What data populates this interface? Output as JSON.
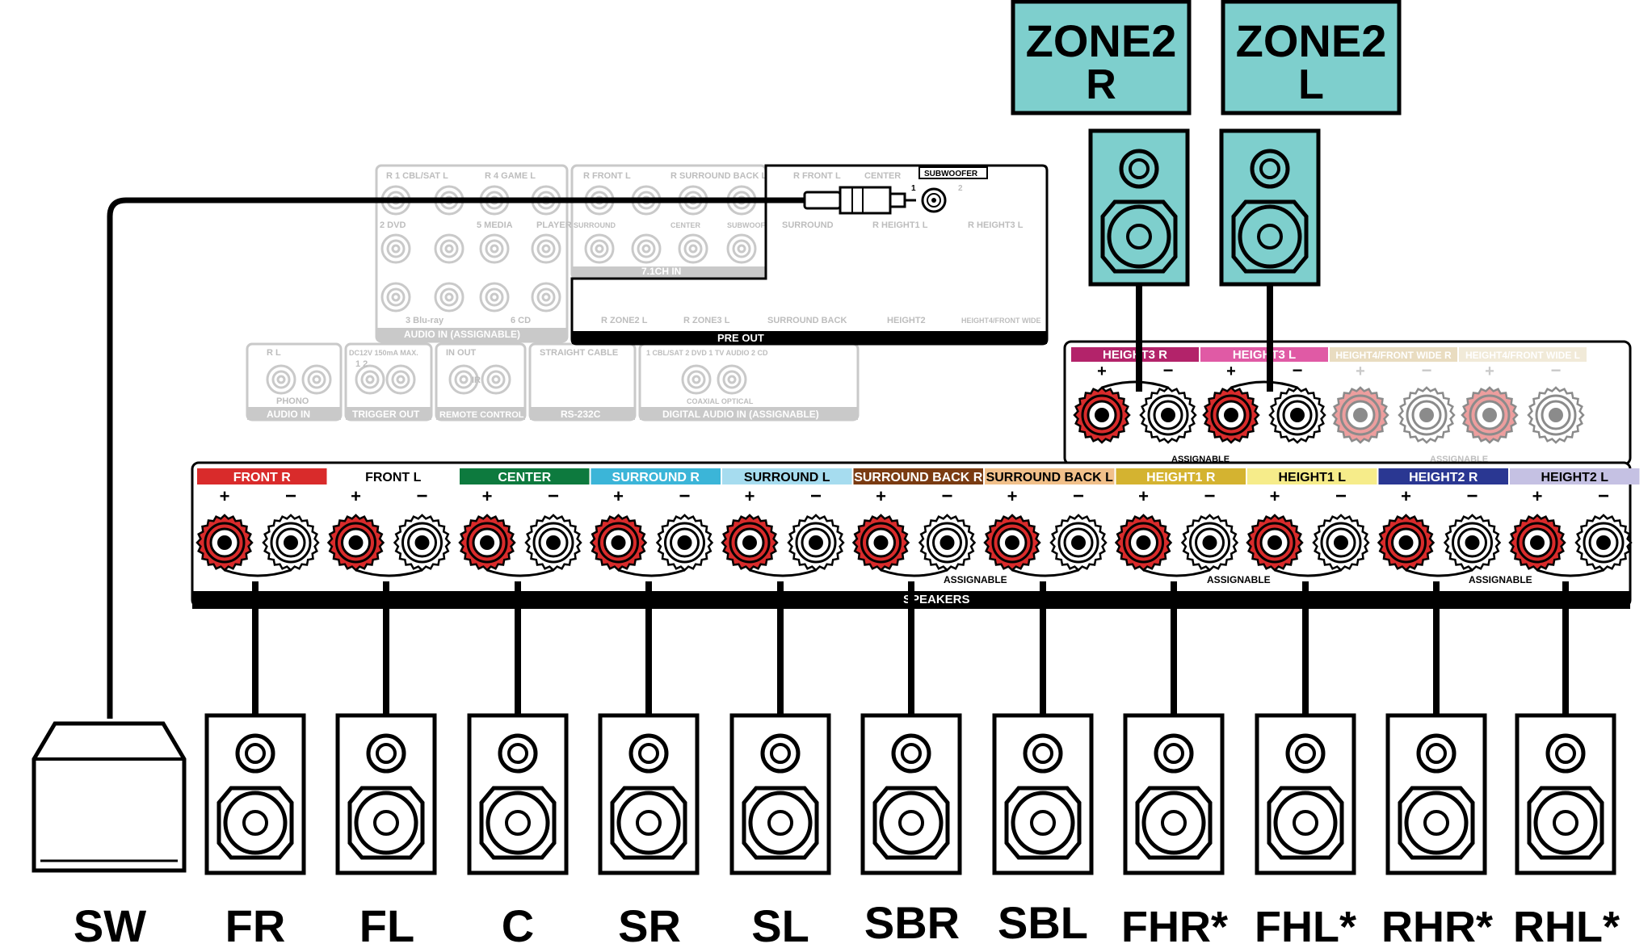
{
  "zone2": [
    {
      "line1": "ZONE2",
      "line2": "R"
    },
    {
      "line1": "ZONE2",
      "line2": "L"
    }
  ],
  "upper_terminals": {
    "headers": [
      {
        "text": "HEIGHT3 R",
        "color": "#b3236a",
        "text_color": "#ffffff"
      },
      {
        "text": "HEIGHT3 L",
        "color": "#e05aa5",
        "text_color": "#ffffff"
      },
      {
        "text": "HEIGHT4/FRONT WIDE R",
        "color": "#e9dcc0",
        "text_color": "#ffffff"
      },
      {
        "text": "HEIGHT4/FRONT WIDE L",
        "color": "#f1ead8",
        "text_color": "#ffffff"
      }
    ],
    "assignable": [
      "ASSIGNABLE",
      "ASSIGNABLE"
    ]
  },
  "main_terminals": {
    "headers": [
      {
        "text": "FRONT R",
        "color": "#d92b2b",
        "text_color": "#ffffff"
      },
      {
        "text": "FRONT L",
        "color": "#ffffff",
        "text_color": "#000000"
      },
      {
        "text": "CENTER",
        "color": "#0d7a3e",
        "text_color": "#ffffff"
      },
      {
        "text": "SURROUND R",
        "color": "#3bb5d8",
        "text_color": "#ffffff"
      },
      {
        "text": "SURROUND L",
        "color": "#a6dcef",
        "text_color": "#000000"
      },
      {
        "text": "SURROUND BACK R",
        "color": "#7a3b12",
        "text_color": "#ffffff"
      },
      {
        "text": "SURROUND BACK L",
        "color": "#f1c08a",
        "text_color": "#000000"
      },
      {
        "text": "HEIGHT1 R",
        "color": "#d4b330",
        "text_color": "#ffffff"
      },
      {
        "text": "HEIGHT1 L",
        "color": "#f6ec8a",
        "text_color": "#000000"
      },
      {
        "text": "HEIGHT2 R",
        "color": "#2a3792",
        "text_color": "#ffffff"
      },
      {
        "text": "HEIGHT2 L",
        "color": "#c5c1e3",
        "text_color": "#000000"
      }
    ],
    "assignable": [
      "ASSIGNABLE",
      "ASSIGNABLE",
      "ASSIGNABLE"
    ],
    "speakers_label": "SPEAKERS",
    "plus": "+",
    "minus": "−"
  },
  "preout_panel": {
    "subwoofer_label": "SUBWOOFER",
    "pre_out_label": "PRE OUT",
    "in_71_label": "7.1CH IN",
    "sub_1": "1",
    "sub_2": "2",
    "labels_top": [
      "R 1 CBL/SAT L",
      "R 4 GAME L",
      "R FRONT L",
      "R SURROUND BACK L",
      "R FRONT L",
      "CENTER"
    ],
    "labels_mid": [
      "2 DVD",
      "5 MEDIA",
      "PLAYER",
      "SURROUND",
      "CENTER",
      "SUBWOOFER",
      "SURROUND",
      "R HEIGHT1 L",
      "R HEIGHT3 L"
    ],
    "labels_bottom": [
      "3 Blu-ray",
      "6 CD",
      "R ZONE2 L",
      "R ZONE3 L",
      "SURROUND BACK",
      "HEIGHT2",
      "HEIGHT4/FRONT WIDE"
    ],
    "audio_in_label": "AUDIO IN (ASSIGNABLE)"
  },
  "lower_panel": {
    "phono_audio": {
      "top": "R    L",
      "mid": "PHONO",
      "bottom": "AUDIO IN"
    },
    "trigger": {
      "top": "DC12V 150mA MAX.",
      "mid": "1    2",
      "bottom": "TRIGGER OUT"
    },
    "remote": {
      "top": "IN   OUT",
      "mid": "IR",
      "bottom": "REMOTE CONTROL"
    },
    "rs232": {
      "top": "STRAIGHT CABLE",
      "bottom": "RS-232C"
    },
    "digital": {
      "top": "1 CBL/SAT   2 DVD   1 TV AUDIO   2 CD",
      "mid": "COAXIAL          OPTICAL",
      "bottom": "DIGITAL AUDIO IN (ASSIGNABLE)"
    }
  },
  "speakers": [
    {
      "label": "SW"
    },
    {
      "label": "FR"
    },
    {
      "label": "FL"
    },
    {
      "label": "C"
    },
    {
      "label": "SR"
    },
    {
      "label": "SL"
    },
    {
      "label": "SBR"
    },
    {
      "label": "SBL"
    },
    {
      "label": "FHR*"
    },
    {
      "label": "FHL*"
    },
    {
      "label": "RHR*"
    },
    {
      "label": "RHL*"
    }
  ],
  "colors": {
    "zone2_fill": "#7ecfcd",
    "terminal_red": "#d92b2b",
    "cable": "#000000"
  }
}
